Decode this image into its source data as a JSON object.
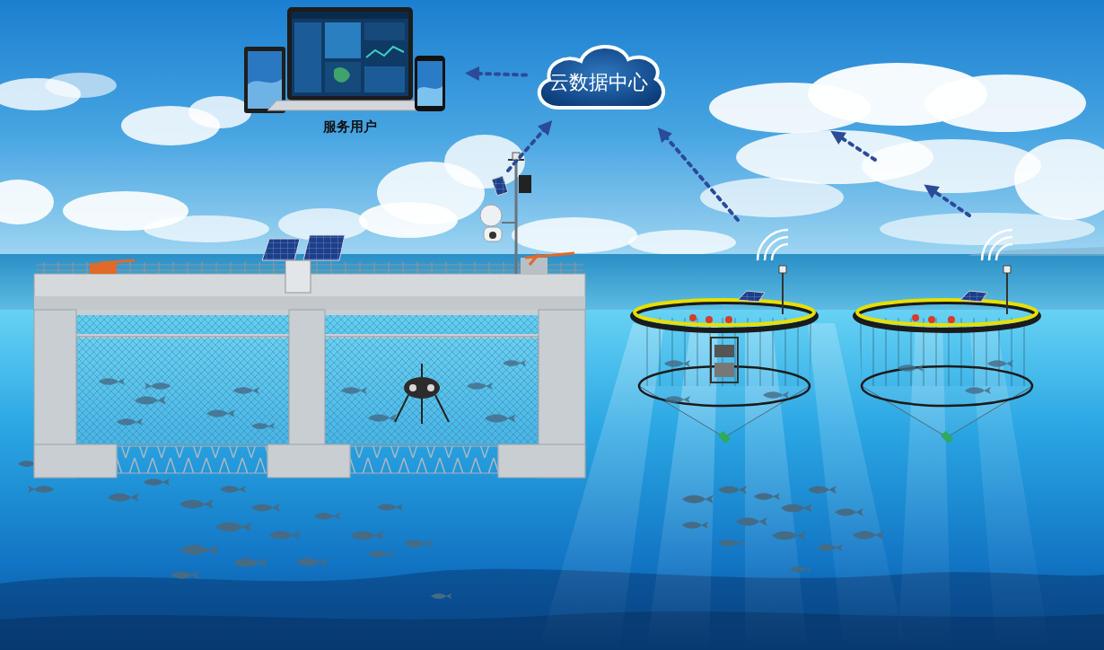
{
  "diagram": {
    "nodes": [
      {
        "text": [
          "服务用户"
        ]
      },
      {
        "text": [
          "云数据中心"
        ]
      }
    ],
    "edges": [
      {
        "from": 1,
        "to": 0,
        "arrow": "to"
      }
    ]
  }
}
